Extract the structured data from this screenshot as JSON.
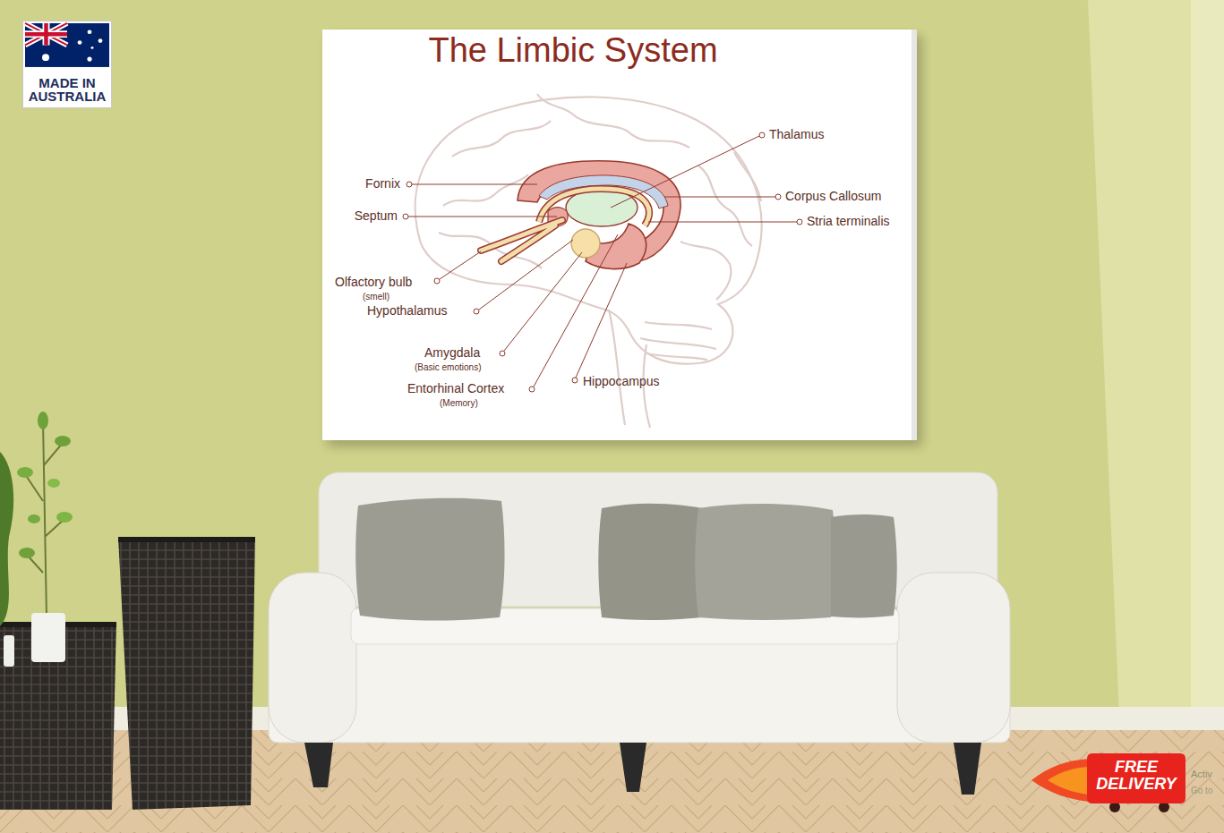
{
  "diagram": {
    "title": "The Limbic System",
    "nodes": [
      {
        "text": [
          "MADE IN AUSTRALIA"
        ]
      },
      {
        "text": [
          "FREE DELIVERY"
        ]
      }
    ],
    "labels": [
      "Thalamus",
      "Fornix",
      "Corpus Callosum",
      "Septum",
      "Stria terminalis",
      "Olfactory bulb",
      "(smell)",
      "Hypothalamus",
      "Amygdala",
      "(Basic emotions)",
      "Entorhinal Cortex",
      "(Memory)",
      "Hippocampus",
      "Activ",
      "Go to"
    ]
  }
}
